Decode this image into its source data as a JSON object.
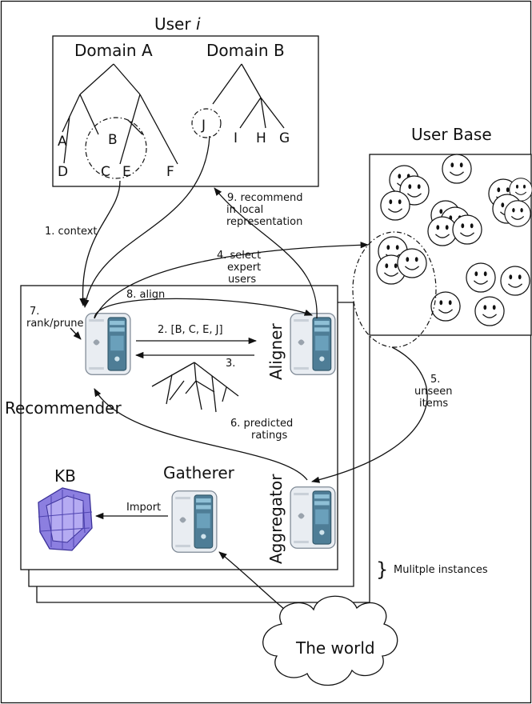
{
  "user_box": {
    "title_prefix": "User ",
    "title_var": "i",
    "domain_a": "Domain A",
    "domain_b": "Domain B",
    "leaves": [
      "A",
      "B",
      "D",
      "C",
      "E",
      "F",
      "J",
      "I",
      "H",
      "G"
    ]
  },
  "user_base": {
    "title": "User Base",
    "smiley_count": 19
  },
  "components": {
    "recommender": "Recommender",
    "aligner": "Aligner",
    "aggregator": "Aggregator",
    "gatherer": "Gatherer",
    "kb": "KB"
  },
  "steps": {
    "context": "1. context",
    "list": "2. [B, C, E, J]",
    "tree": "3.",
    "select_1": "4. select",
    "select_2": "expert",
    "select_3": "users",
    "unseen_1": "5.",
    "unseen_2": "unseen",
    "unseen_3": "items",
    "predicted_1": "6. predicted",
    "predicted_2": "ratings",
    "rank_1": "7.",
    "rank_2": "rank/prune",
    "align": "8. align",
    "recommend_1": "9. recommend",
    "recommend_2": "in local",
    "recommend_3": "representation",
    "import": "Import"
  },
  "instances_note": "Mulitple instances",
  "brace": "}",
  "cloud_label": "The world"
}
